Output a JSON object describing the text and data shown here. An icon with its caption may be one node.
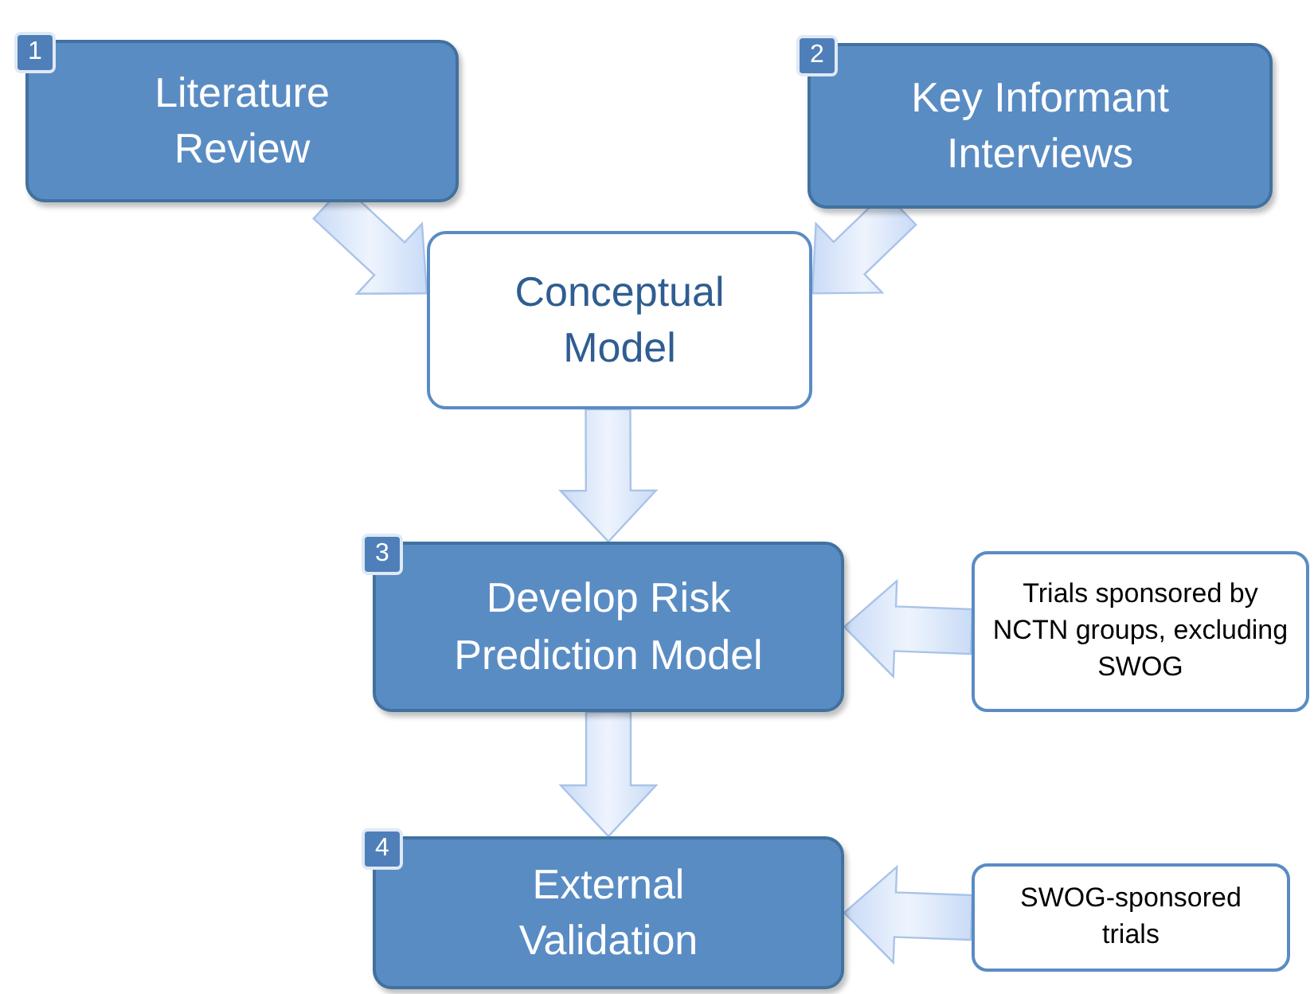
{
  "diagram": {
    "nodes": [
      {
        "text": [
          "1",
          "Literature Review"
        ]
      },
      {
        "text": [
          "2",
          "Key Informant Interviews"
        ]
      },
      {
        "text": [
          "Conceptual Model"
        ]
      },
      {
        "text": [
          "3",
          "Develop Risk Prediction Model"
        ]
      },
      {
        "text": [
          "Trials sponsored by NCTN groups, excluding SWOG"
        ]
      },
      {
        "text": [
          "4",
          "External Validation"
        ]
      },
      {
        "text": [
          "SWOG-sponsored trials"
        ]
      }
    ],
    "edges": [
      {
        "from": 0,
        "to": 2,
        "arrow": "to"
      },
      {
        "from": 1,
        "to": 2,
        "arrow": "to"
      },
      {
        "from": 2,
        "to": 3,
        "arrow": "to"
      },
      {
        "from": 4,
        "to": 3,
        "arrow": "to"
      },
      {
        "from": 3,
        "to": 5,
        "arrow": "to"
      },
      {
        "from": 6,
        "to": 5,
        "arrow": "to"
      }
    ]
  }
}
